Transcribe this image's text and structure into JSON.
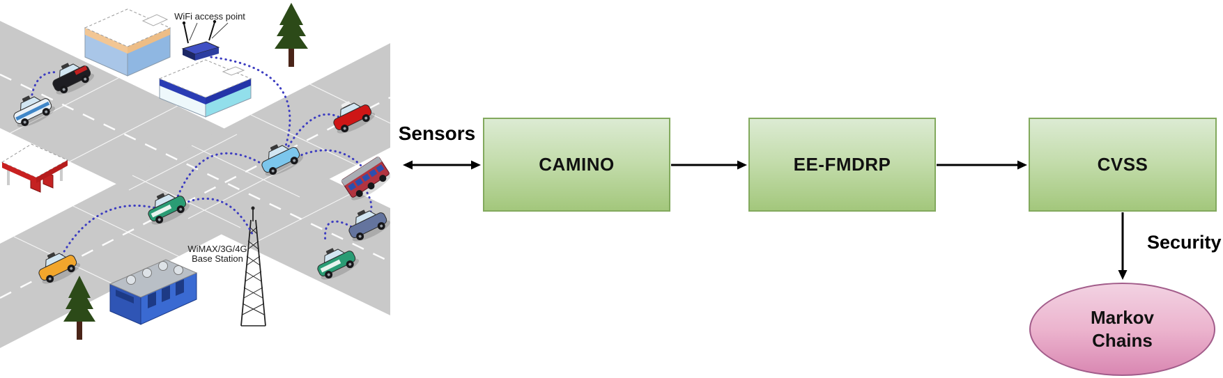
{
  "scene": {
    "wifi_access_point_label": "WiFi access point",
    "base_station_label_line1": "WiMAX/3G/4G",
    "base_station_label_line2": "Base Station",
    "elements": [
      "intersection-roads",
      "office-building",
      "office-building",
      "gas-station",
      "warehouse-building",
      "wifi-access-point-router",
      "cellular-base-station-tower",
      "pine-tree",
      "pine-tree",
      "sports-car",
      "police-car",
      "red-car",
      "connected-car",
      "police-car",
      "taxi",
      "sedan",
      "police-car",
      "city-bus",
      "wireless-links"
    ]
  },
  "flowchart": {
    "sensors_label": "Sensors",
    "security_label": "Security",
    "nodes": [
      {
        "id": "camino",
        "label": "CAMINO",
        "shape": "rectangle"
      },
      {
        "id": "ee_fmdrp",
        "label": "EE-FMDRP",
        "shape": "rectangle"
      },
      {
        "id": "cvss",
        "label": "CVSS",
        "shape": "rectangle"
      },
      {
        "id": "markov_chains",
        "label_line1": "Markov",
        "label_line2": "Chains",
        "shape": "ellipse"
      }
    ],
    "edges": [
      {
        "from": "scene",
        "to": "camino",
        "label": "Sensors",
        "bidirectional": true
      },
      {
        "from": "camino",
        "to": "ee_fmdrp",
        "bidirectional": false
      },
      {
        "from": "ee_fmdrp",
        "to": "cvss",
        "bidirectional": false
      },
      {
        "from": "cvss",
        "to": "markov_chains",
        "label": "Security",
        "bidirectional": false
      }
    ]
  },
  "colors": {
    "process_fill_top": "#dcebd3",
    "process_fill_bottom": "#a3c77c",
    "process_border": "#82a95d",
    "terminal_fill_top": "#f2d2e2",
    "terminal_fill_bottom": "#d987b2",
    "terminal_border": "#a25c8a",
    "arrow": "#000000",
    "wireless_link": "#3c3cc0",
    "road": "#c9c9c9"
  }
}
